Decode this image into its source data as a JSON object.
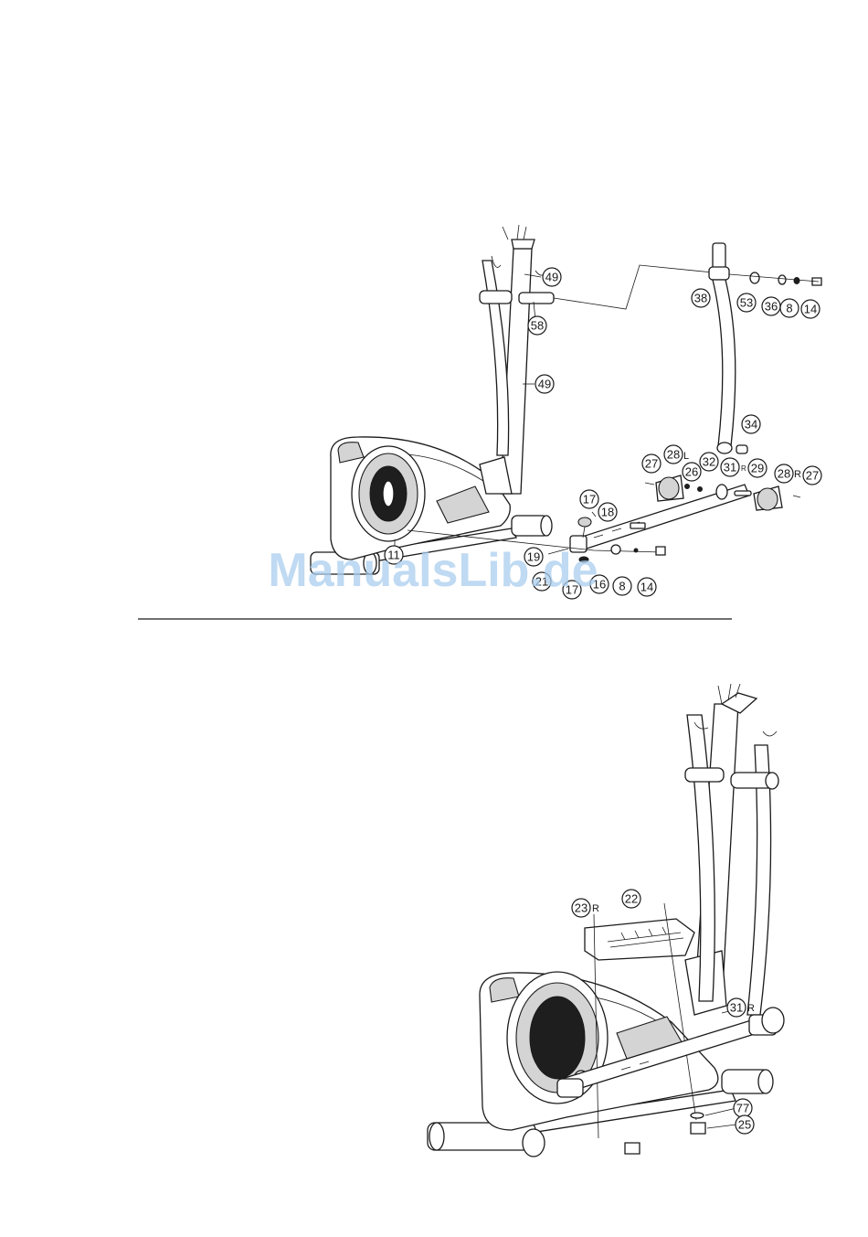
{
  "figure_top": {
    "callouts": [
      "49",
      "58",
      "49",
      "38",
      "53",
      "36",
      "8",
      "14",
      "34",
      "27",
      "28",
      "26",
      "32",
      "31",
      "29",
      "28",
      "27",
      "17",
      "18",
      "19",
      "11",
      "21",
      "17",
      "16",
      "8",
      "14"
    ],
    "side_letters": [
      "L",
      "R",
      "R"
    ]
  },
  "figure_bottom": {
    "callouts": [
      "23",
      "22",
      "31",
      "77",
      "25"
    ],
    "side_letters": [
      "R",
      "R"
    ]
  },
  "watermark": "ManualsLib.de"
}
